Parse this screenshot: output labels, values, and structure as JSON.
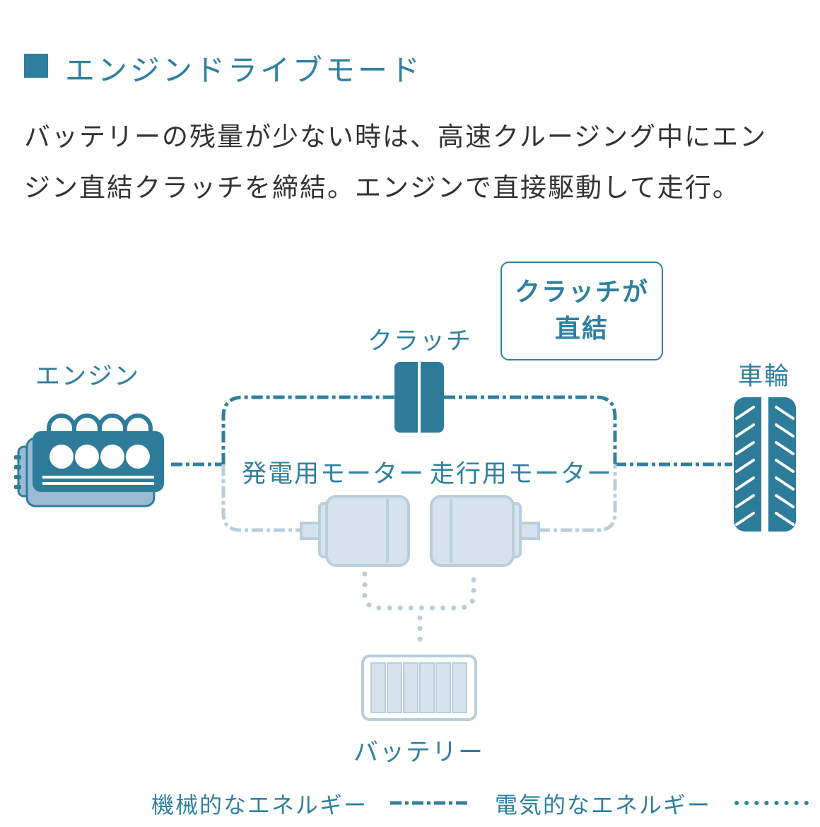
{
  "heading": "エンジンドライブモード",
  "description": {
    "line1": "バッテリーの残量が少ない時は、高速クルージング中にエン",
    "line2": "ジン直結クラッチを締結。エンジンで直接駆動して走行。"
  },
  "labels": {
    "engine": "エンジン",
    "clutch": "クラッチ",
    "wheel": "車輪",
    "generator_motor": "発電用モーター",
    "drive_motor": "走行用モーター",
    "battery": "バッテリー"
  },
  "callout": {
    "line1": "クラッチが",
    "line2": "直結"
  },
  "legend": {
    "mechanical": "機械的なエネルギー",
    "electrical": "電気的なエネルギー"
  },
  "colors": {
    "primary": "#2f80a0",
    "dark": "#2d7c9a",
    "light_fill": "#d6e3ee",
    "light_stroke": "#b9cedb",
    "engine_back": "#9cbad3"
  }
}
